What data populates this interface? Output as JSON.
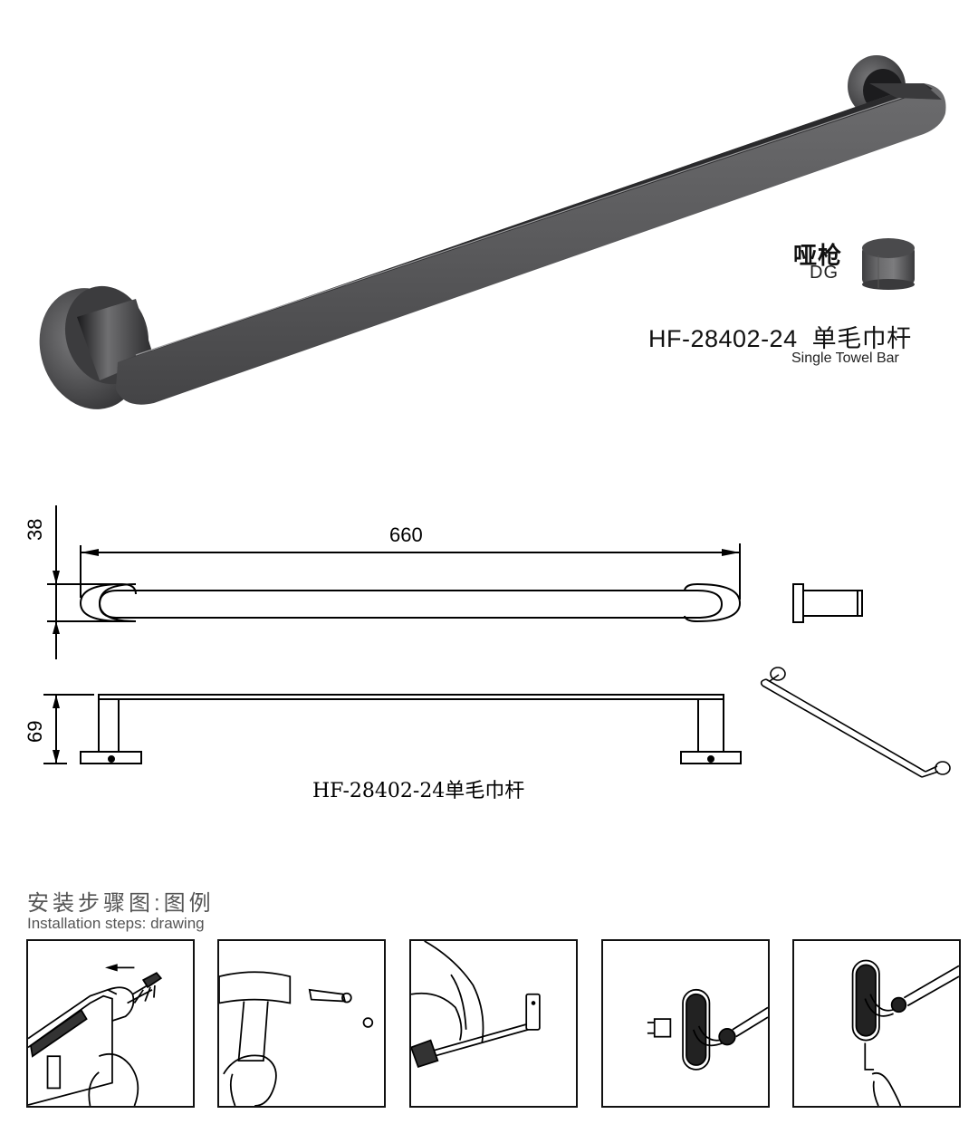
{
  "product": {
    "model": "HF-28402-24",
    "name_cn": "单毛巾杆",
    "title": "HF-28402-24  单毛巾杆",
    "name_en": "Single Towel Bar",
    "finish": {
      "name_cn": "哑枪",
      "code": "DG",
      "swatch_color": "#5a5a5c"
    }
  },
  "drawing": {
    "dimensions": {
      "length": "660",
      "depth": "38",
      "height": "69"
    },
    "caption": "HF-28402-24单毛巾杆",
    "units": "mm"
  },
  "installation": {
    "title_cn": "安装步骤图:图例",
    "title_en": "Installation steps: drawing",
    "steps": [
      {
        "id": 1,
        "icon": "drill-icon"
      },
      {
        "id": 2,
        "icon": "hammer-anchor-icon"
      },
      {
        "id": 3,
        "icon": "screwdriver-bracket-icon"
      },
      {
        "id": 4,
        "icon": "mount-bar-icon"
      },
      {
        "id": 5,
        "icon": "hex-key-tighten-icon"
      }
    ]
  }
}
